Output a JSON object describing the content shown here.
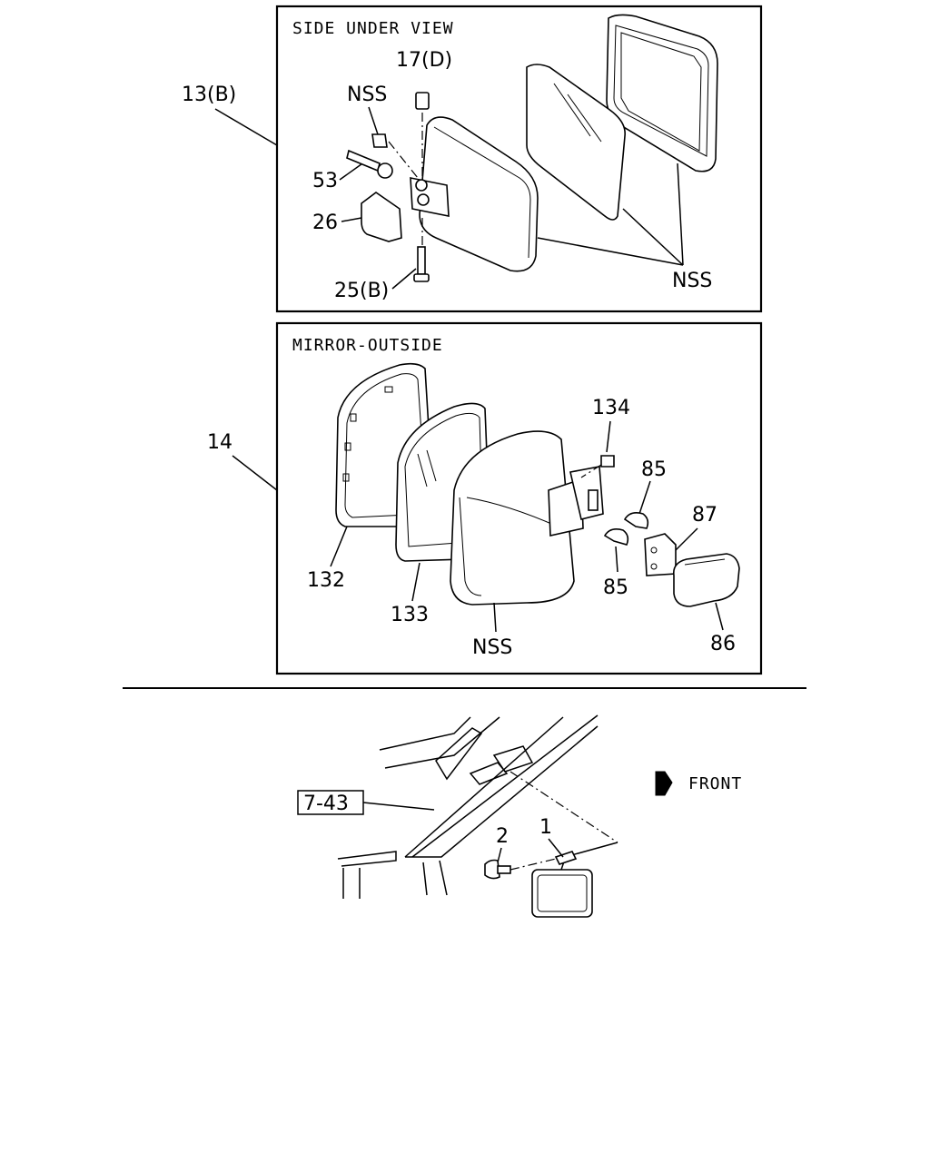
{
  "top_panel": {
    "title": "SIDE UNDER VIEW",
    "assembly_ref": "13(B)",
    "callouts": {
      "nut": "17(D)",
      "bolt_nss": "NSS",
      "bulb": "53",
      "cover": "26",
      "pin": "25(B)",
      "mirror_nss": "NSS"
    }
  },
  "middle_panel": {
    "title": "MIRROR-OUTSIDE",
    "assembly_ref": "14",
    "callouts": {
      "screw": "134",
      "clip_upper": "85",
      "bracket": "87",
      "clip_lower": "85",
      "cover": "86",
      "frame": "132",
      "glass": "133",
      "housing_nss": "NSS"
    }
  },
  "bottom": {
    "page_ref": "7-43",
    "front_label": "FRONT",
    "callouts": {
      "mirror": "1",
      "screw": "2"
    }
  }
}
